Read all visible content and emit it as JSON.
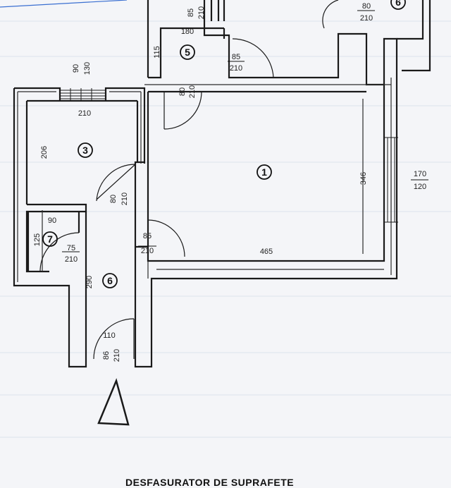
{
  "caption": "DESFASURATOR DE SUPRAFETE",
  "rooms": {
    "r1": "1",
    "r3": "3",
    "r5": "5",
    "r6": "6",
    "r6_top": "6",
    "r7": "7"
  },
  "labels": {
    "r3_width": "210",
    "r3_height": "206",
    "r3_window_w": "90",
    "r3_window_h": "130",
    "r5_width": "180",
    "r5_height": "115",
    "r5_door_w": "85",
    "r5_door_h": "210",
    "top_door_w": "85",
    "top_door_h": "210",
    "left_door_w": "80",
    "left_door_h": "210",
    "top_right_door_w": "80",
    "top_right_door_h": "210",
    "r3_door_w": "80",
    "r3_door_h": "210",
    "r1_width": "465",
    "r1_height": "346",
    "r1_door_w": "85",
    "r1_door_h": "210",
    "window_w": "170",
    "window_h": "120",
    "r7_width": "90",
    "r7_height": "125",
    "r7_door_w": "75",
    "r7_door_h": "210",
    "r6_height": "290",
    "entry_w": "110",
    "entry_door_w": "86",
    "entry_door_h": "210"
  },
  "colors": {
    "wall": "#1a1a1a",
    "paper": "#f4f5f8",
    "line": "#2b2b2b"
  }
}
